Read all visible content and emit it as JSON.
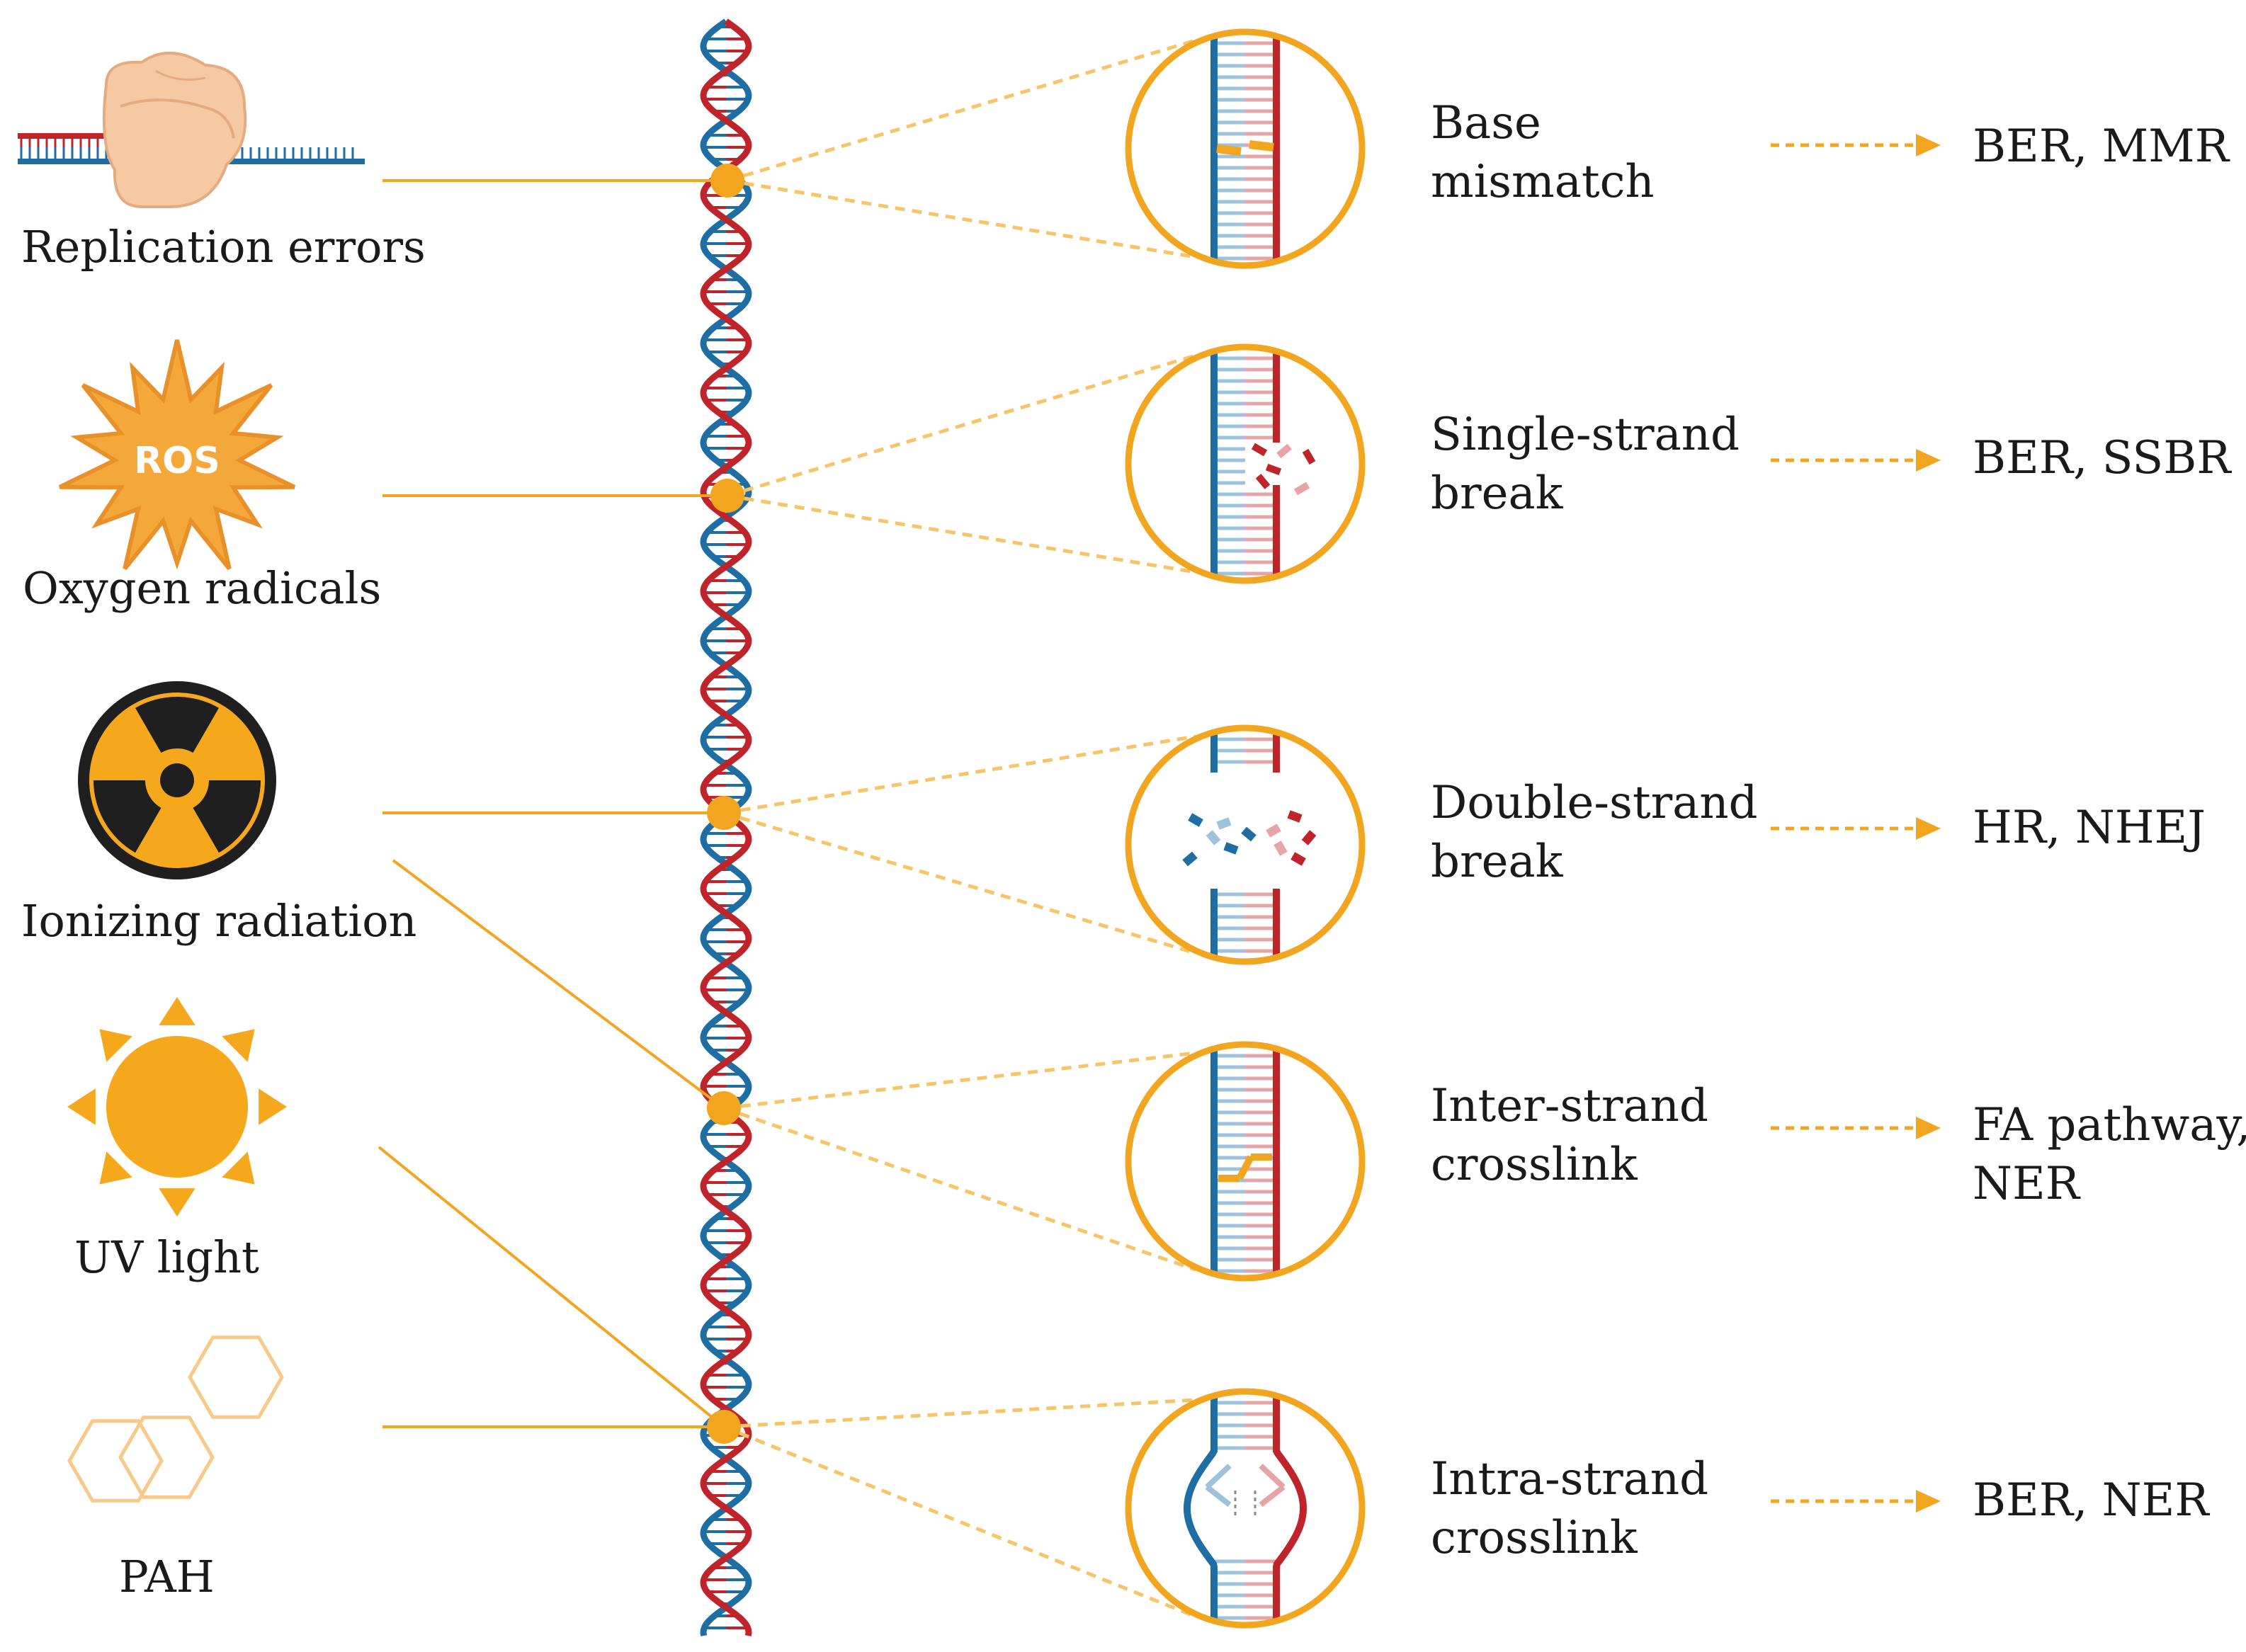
{
  "colors": {
    "orange": "#f2a51f",
    "orange_light": "#f7c46a",
    "blue": "#1f6ea3",
    "blue_light": "#9fc2dc",
    "red": "#c0242b",
    "red_light": "#e7a4a6",
    "text": "#1a1a1a"
  },
  "sources": [
    {
      "label": "Replication errors",
      "icon": "ribosome-icon"
    },
    {
      "label": "ROS",
      "caption": "Oxygen radicals",
      "icon": "ros-burst-icon"
    },
    {
      "label": "Ionizing radiation",
      "icon": "radiation-icon"
    },
    {
      "label": "UV light",
      "icon": "sun-icon"
    },
    {
      "label": "PAH",
      "icon": "hexagon-molecule-icon"
    }
  ],
  "damages": [
    {
      "line1": "Base",
      "line2": "mismatch",
      "repair1": "BER, MMR",
      "repair2": "",
      "icon": "base-mismatch-icon"
    },
    {
      "line1": "Single-strand",
      "line2": "break",
      "repair1": "BER, SSBR",
      "repair2": "",
      "icon": "single-strand-break-icon"
    },
    {
      "line1": "Double-strand",
      "line2": "break",
      "repair1": "HR, NHEJ",
      "repair2": "",
      "icon": "double-strand-break-icon"
    },
    {
      "line1": "Inter-strand",
      "line2": "crosslink",
      "repair1": "FA pathway,",
      "repair2": "NER",
      "icon": "interstrand-crosslink-icon"
    },
    {
      "line1": "Intra-strand",
      "line2": "crosslink",
      "repair1": "BER, NER",
      "repair2": "",
      "icon": "intrastrand-crosslink-icon"
    }
  ]
}
